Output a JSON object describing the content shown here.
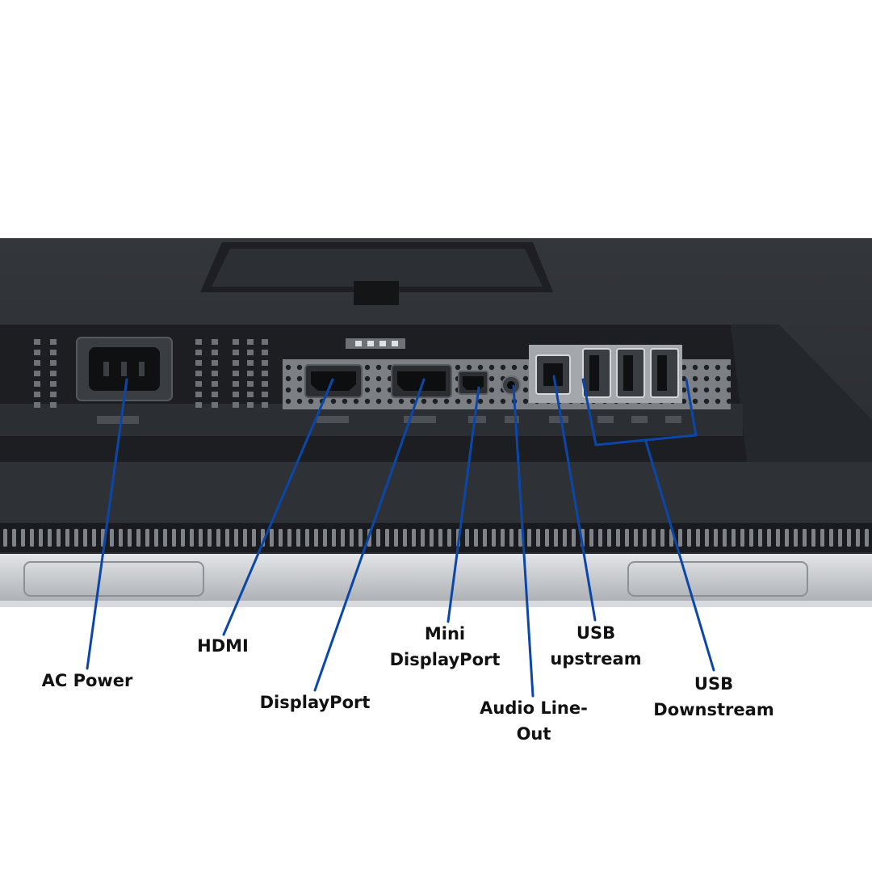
{
  "colors": {
    "background": "#ffffff",
    "panel": "#2a2d31",
    "panel_dark": "#1c1e21",
    "bezel": "#3b3e43",
    "port_plate": "#8a8d91",
    "silver_trim": "#c9ccd0",
    "callout": "#0b47a8"
  },
  "labels": {
    "ac_power": "AC Power",
    "hdmi": "HDMI",
    "displayport": "DisplayPort",
    "mini_displayport_line1": "Mini",
    "mini_displayport_line2": "DisplayPort",
    "audio_line1": "Audio Line-",
    "audio_line2": "Out",
    "usb_upstream_line1": "USB",
    "usb_upstream_line2": "upstream",
    "usb_downstream_line1": "USB",
    "usb_downstream_line2": "Downstream"
  }
}
